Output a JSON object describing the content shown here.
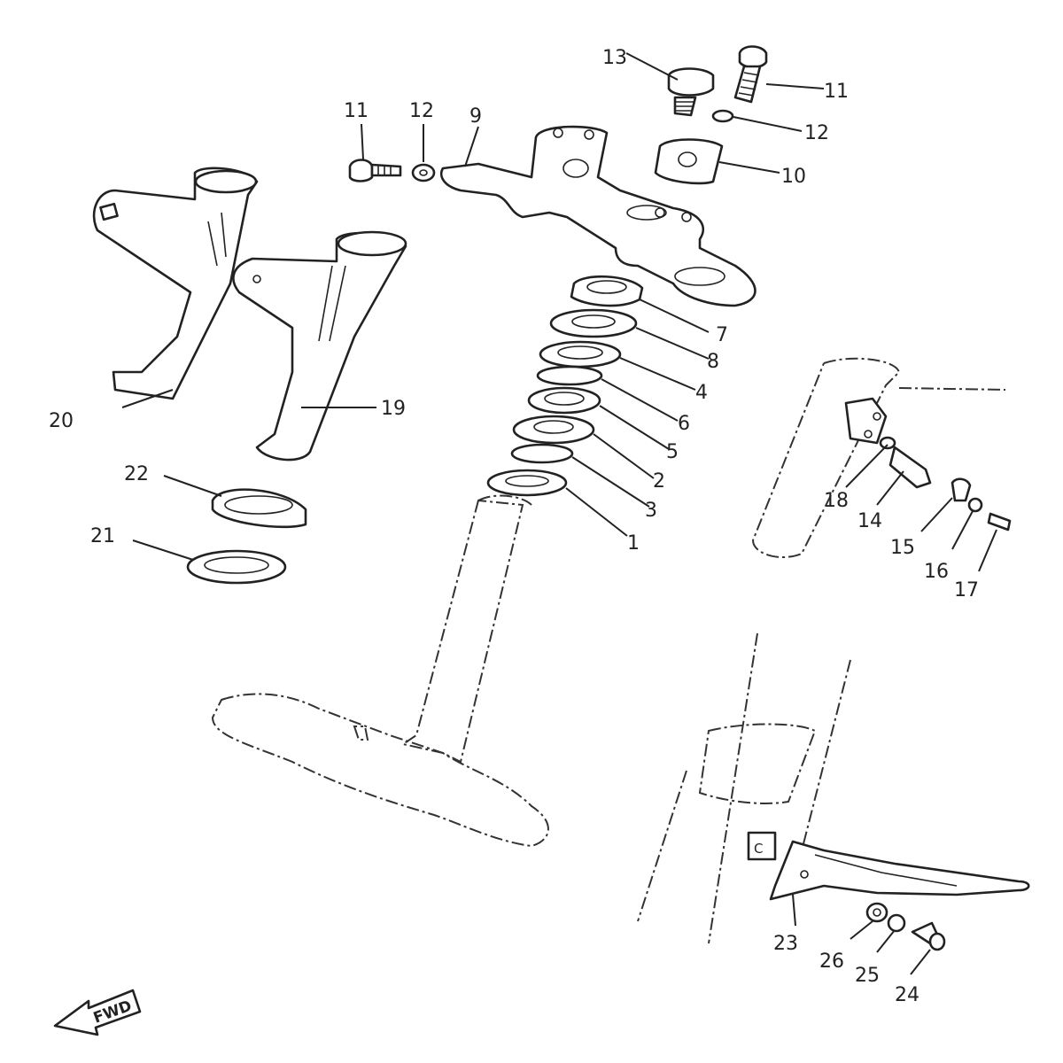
{
  "diagram": {
    "callouts": [
      {
        "id": "c1",
        "text": "1"
      },
      {
        "id": "c2",
        "text": "2"
      },
      {
        "id": "c3",
        "text": "3"
      },
      {
        "id": "c4",
        "text": "4"
      },
      {
        "id": "c5",
        "text": "5"
      },
      {
        "id": "c6",
        "text": "6"
      },
      {
        "id": "c7",
        "text": "7"
      },
      {
        "id": "c8",
        "text": "8"
      },
      {
        "id": "c9",
        "text": "9"
      },
      {
        "id": "c10",
        "text": "10"
      },
      {
        "id": "c11a",
        "text": "11"
      },
      {
        "id": "c11b",
        "text": "11"
      },
      {
        "id": "c12a",
        "text": "12"
      },
      {
        "id": "c12b",
        "text": "12"
      },
      {
        "id": "c13",
        "text": "13"
      },
      {
        "id": "c14",
        "text": "14"
      },
      {
        "id": "c15",
        "text": "15"
      },
      {
        "id": "c16",
        "text": "16"
      },
      {
        "id": "c17",
        "text": "17"
      },
      {
        "id": "c18",
        "text": "18"
      },
      {
        "id": "c19",
        "text": "19"
      },
      {
        "id": "c20",
        "text": "20"
      },
      {
        "id": "c21",
        "text": "21"
      },
      {
        "id": "c22",
        "text": "22"
      },
      {
        "id": "c23",
        "text": "23"
      },
      {
        "id": "c24",
        "text": "24"
      },
      {
        "id": "c25",
        "text": "25"
      },
      {
        "id": "c26",
        "text": "26"
      }
    ],
    "direction_arrow": {
      "label": "FWD"
    },
    "fork_mark": {
      "label": "C"
    }
  }
}
